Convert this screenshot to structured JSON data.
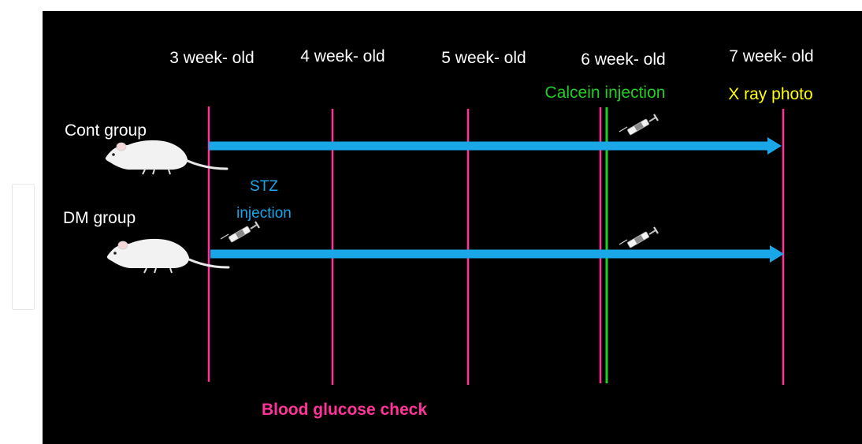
{
  "timeline": {
    "weeks": [
      "3 week- old",
      "4 week- old",
      "5 week- old",
      "6 week- old",
      "7 week- old"
    ]
  },
  "groups": {
    "cont": "Cont group",
    "dm": "DM group"
  },
  "annotations": {
    "stz_line1": "STZ",
    "stz_line2": "injection",
    "calcein": "Calcein injection",
    "xray": "X ray photo",
    "blood_glucose": "Blood glucose check"
  },
  "colors": {
    "background": "#000000",
    "arrow": "#1aa7e8",
    "check_line": "#ff3399",
    "calcein": "#22cc22",
    "xray": "#ffff00",
    "stz": "#1aa7e8",
    "text": "#ffffff"
  },
  "icons": {
    "animal": "rat-icon",
    "injection": "syringe-icon"
  }
}
